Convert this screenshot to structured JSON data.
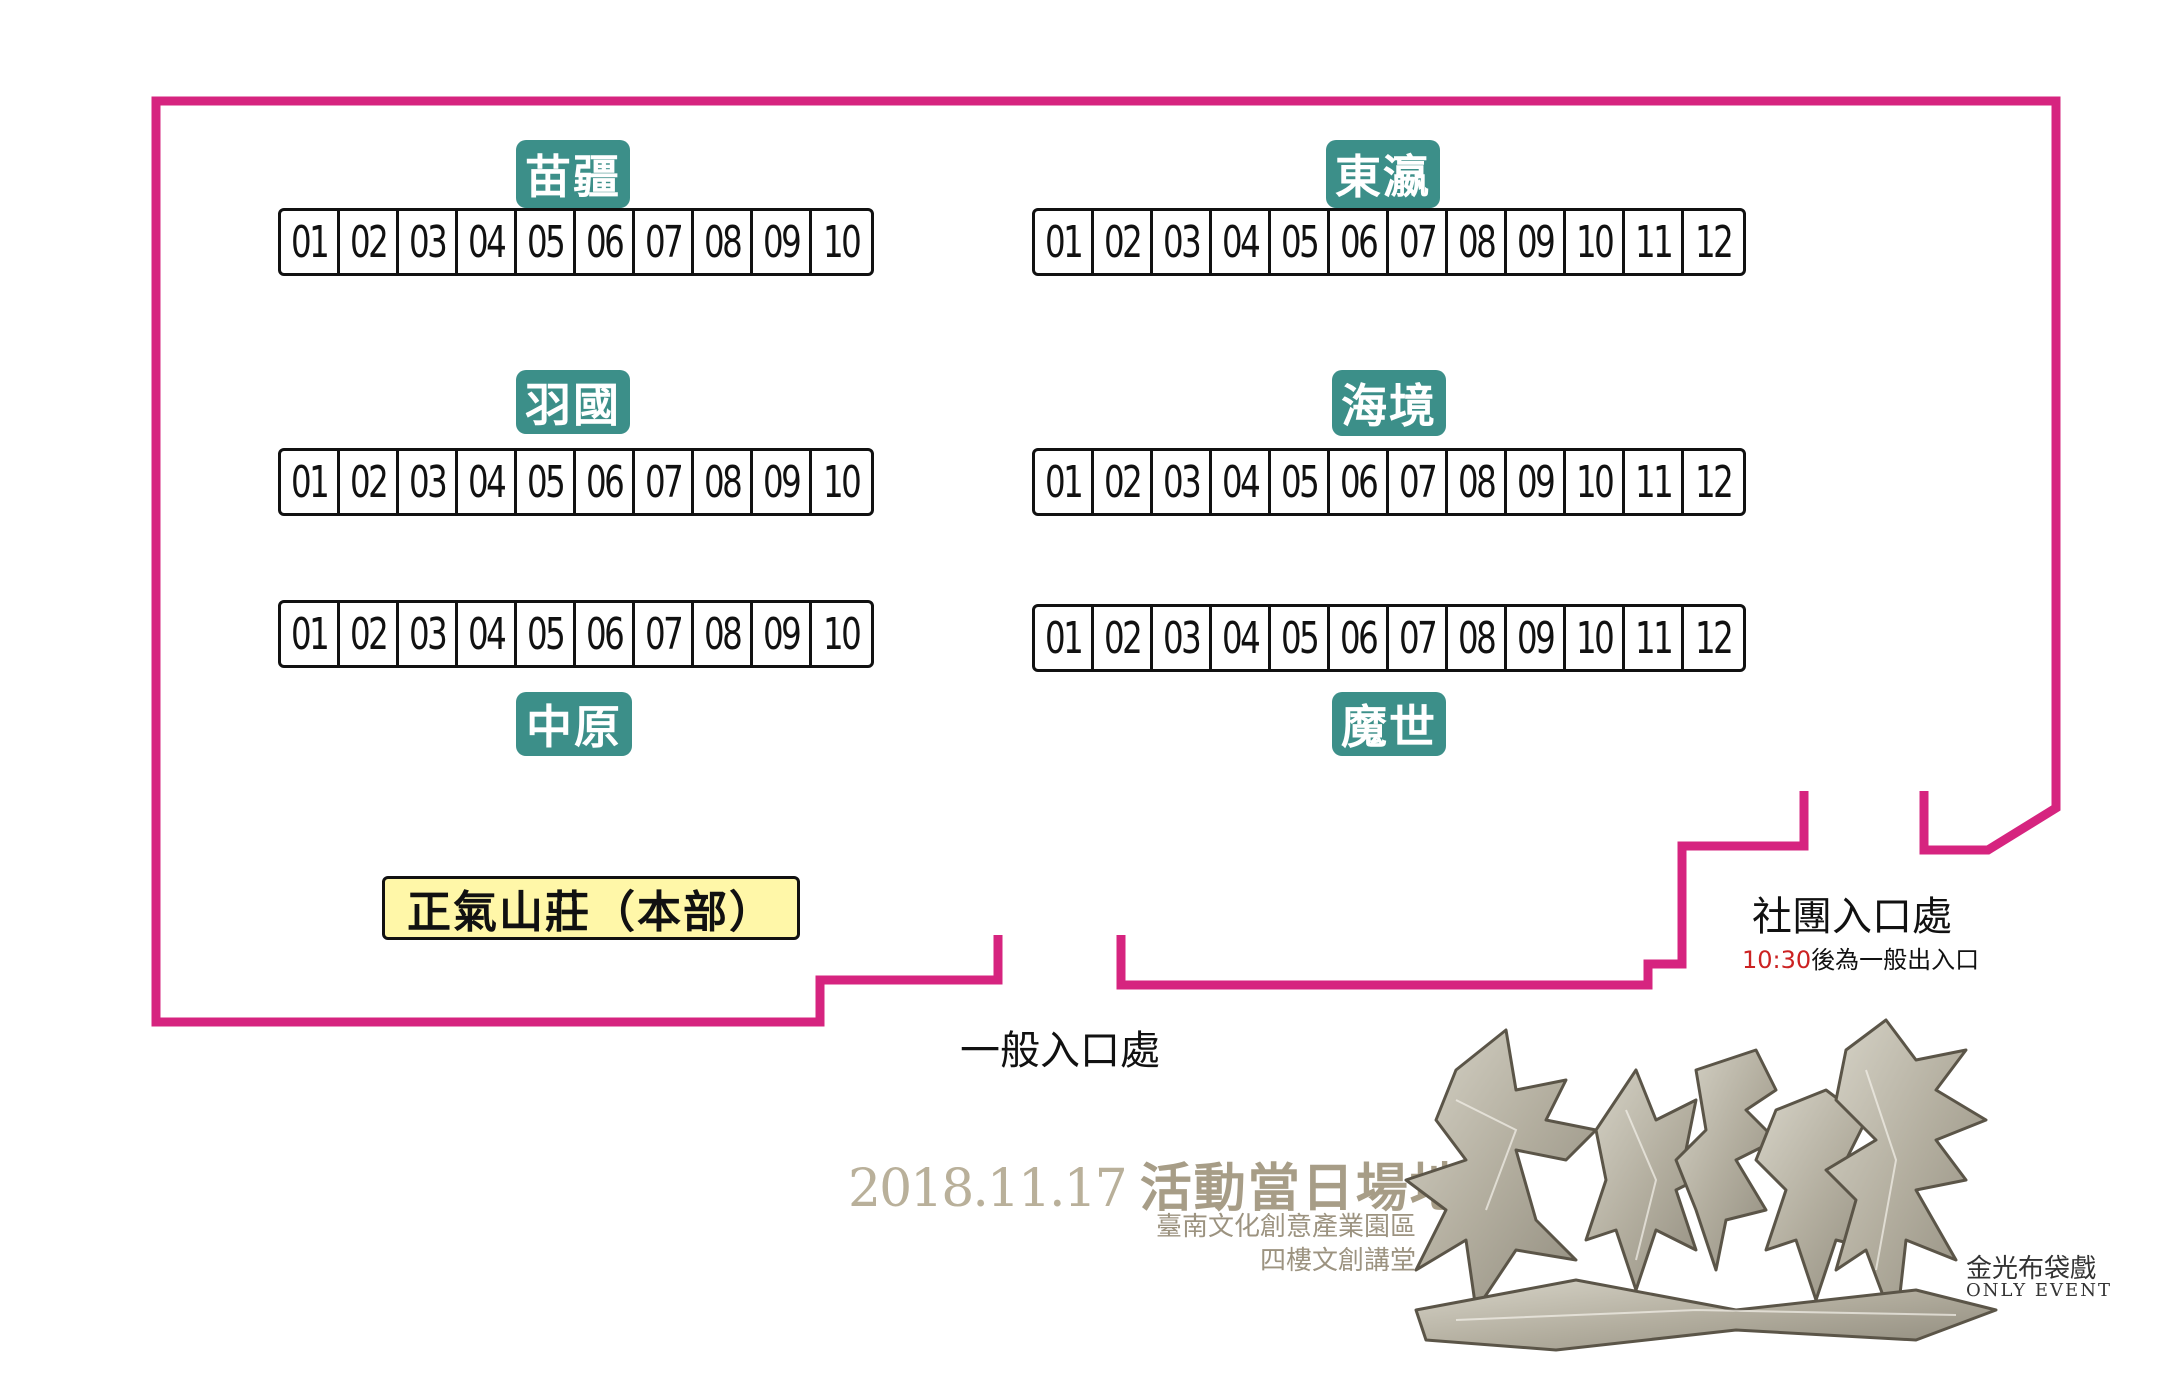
{
  "zones": {
    "miaojiang": "苗疆",
    "dongying": "東瀛",
    "yuguo": "羽國",
    "haijing": "海境",
    "zhongyuan": "中原",
    "moshi": "魔世"
  },
  "rows": {
    "row1_left": [
      "01",
      "02",
      "03",
      "04",
      "05",
      "06",
      "07",
      "08",
      "09",
      "10"
    ],
    "row1_right": [
      "01",
      "02",
      "03",
      "04",
      "05",
      "06",
      "07",
      "08",
      "09",
      "10",
      "11",
      "12"
    ],
    "row2_left": [
      "01",
      "02",
      "03",
      "04",
      "05",
      "06",
      "07",
      "08",
      "09",
      "10"
    ],
    "row2_right": [
      "01",
      "02",
      "03",
      "04",
      "05",
      "06",
      "07",
      "08",
      "09",
      "10",
      "11",
      "12"
    ],
    "row3_left": [
      "01",
      "02",
      "03",
      "04",
      "05",
      "06",
      "07",
      "08",
      "09",
      "10"
    ],
    "row3_right": [
      "01",
      "02",
      "03",
      "04",
      "05",
      "06",
      "07",
      "08",
      "09",
      "10",
      "11",
      "12"
    ]
  },
  "hq_label": "正氣山莊（本部）",
  "entrances": {
    "general": "一般入口處",
    "club": "社團入口處",
    "club_note_time": "10:30",
    "club_note_rest": "後為一般出入口"
  },
  "event": {
    "date": "2018.11.17",
    "title": "活動當日場地圖",
    "venue_line1": "臺南文化創意產業園區",
    "venue_line2": "四樓文創講堂"
  },
  "logo": {
    "sub1": "金光布袋戲",
    "sub2": "ONLY EVENT"
  },
  "colors": {
    "wall": "#d6247f",
    "zone_label_bg": "#3c8f89",
    "hq_bg": "#fff7a8",
    "note_time": "#cc2222"
  }
}
